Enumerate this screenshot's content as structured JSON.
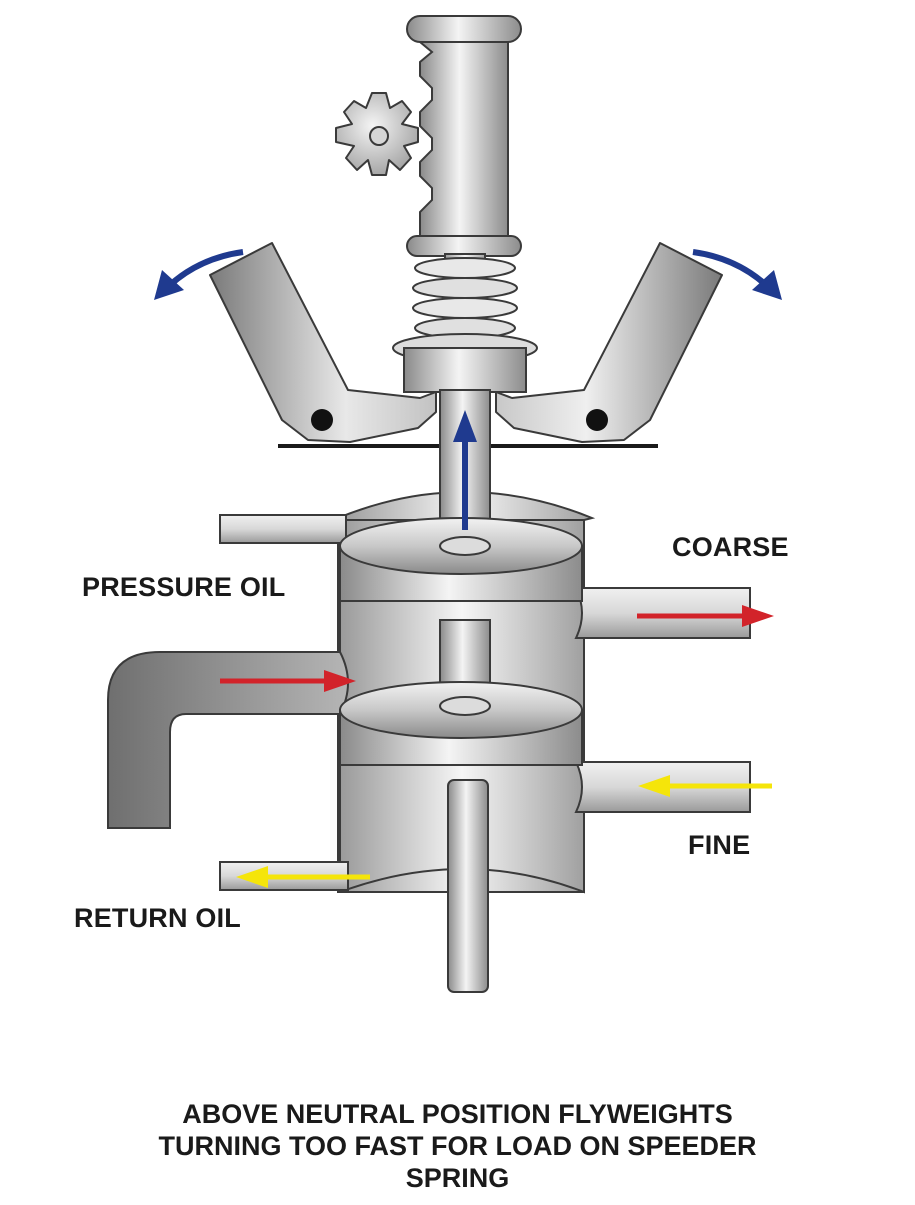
{
  "labels": {
    "pressure_oil": "PRESSURE OIL",
    "coarse": "COARSE",
    "fine": "FINE",
    "return_oil": "RETURN OIL"
  },
  "caption": {
    "line1": "ABOVE NEUTRAL POSITION FLYWEIGHTS",
    "line2": "TURNING TOO FAST FOR LOAD ON SPEEDER",
    "line3": "SPRING"
  },
  "colors": {
    "metal_dark": "#7d7d7d",
    "metal_light": "#f2f2f2",
    "outline": "#3a3a3a",
    "arrow_blue": "#1f3a8f",
    "arrow_red": "#d2232a",
    "arrow_yellow": "#f5e50a",
    "text": "#1a1a1a"
  }
}
